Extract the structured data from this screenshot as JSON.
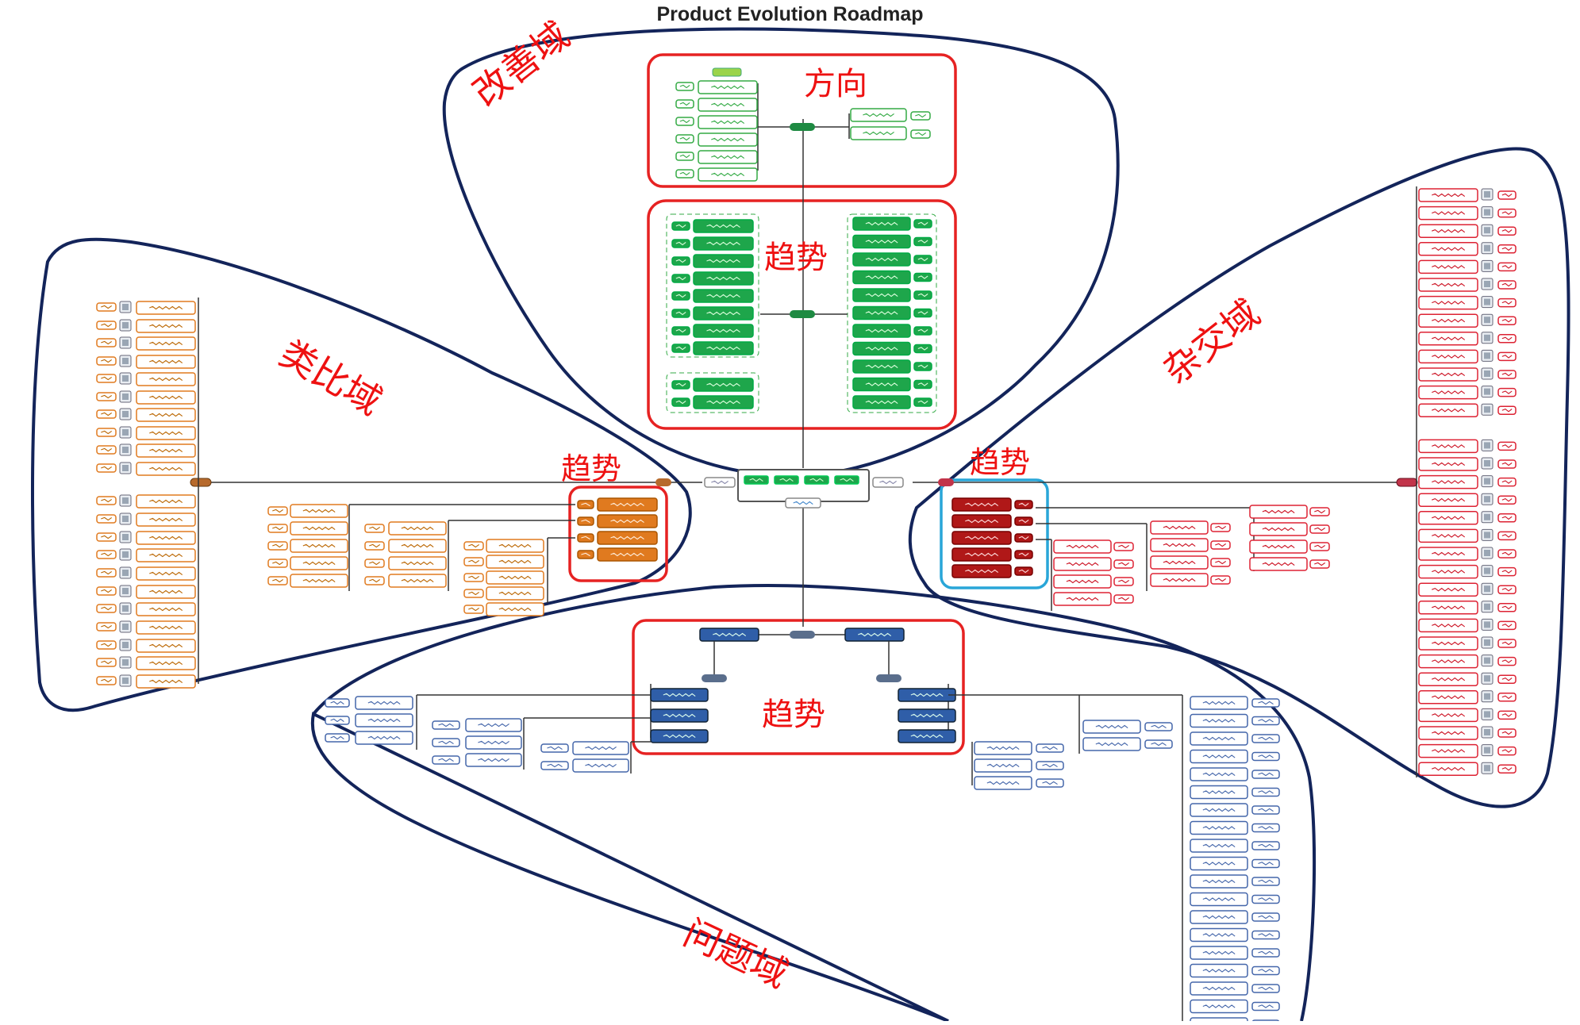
{
  "title": "Product Evolution Roadmap",
  "labels": {
    "improve_domain": "改善域",
    "direction": "方向",
    "trend_top": "趋势",
    "analog_domain": "类比域",
    "trend_left": "趋势",
    "trend_right": "趋势",
    "hybrid_domain": "杂交域",
    "trend_bottom": "趋势",
    "problem_domain": "问题域"
  },
  "colors": {
    "outline": "#13245a",
    "highlight": "#e62222",
    "selection": "#29a6d8",
    "green": "#1ea64b",
    "orange": "#e07a1f",
    "red": "#b01818",
    "blue": "#2f5ea8",
    "connector": "#333333"
  }
}
